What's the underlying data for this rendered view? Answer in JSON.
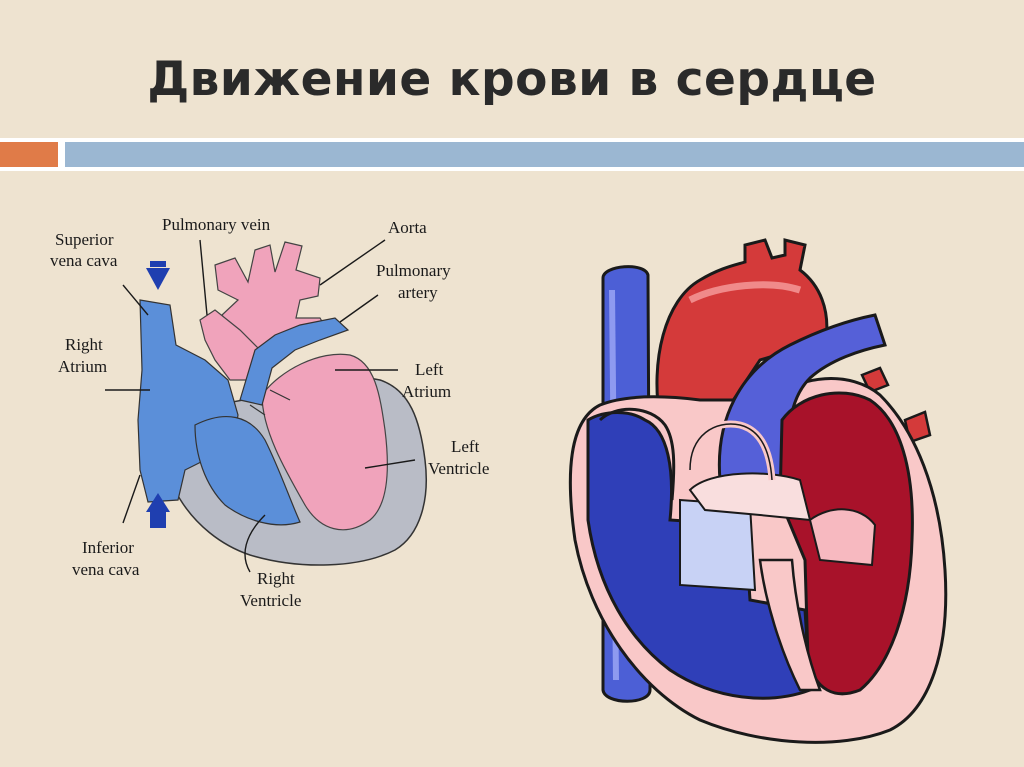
{
  "slide": {
    "title": "Движение крови в сердце"
  },
  "diagram_left": {
    "labels": {
      "superior_1": "Superior",
      "superior_2": "vena cava",
      "pulmonary_vein": "Pulmonary vein",
      "aorta": "Aorta",
      "pulmonary_artery_1": "Pulmonary",
      "pulmonary_artery_2": "artery",
      "right_atrium_1": "Right",
      "right_atrium_2": "Atrium",
      "left_atrium_1": "Left",
      "left_atrium_2": "Atrium",
      "left_ventricle_1": "Left",
      "left_ventricle_2": "Ventricle",
      "inferior_1": "Inferior",
      "inferior_2": "vena cava",
      "right_ventricle_1": "Right",
      "right_ventricle_2": "Ventricle"
    }
  },
  "colors": {
    "background": "#eee3d0",
    "accent_orange": "#e07b48",
    "accent_blue": "#9bb7d2",
    "oxygen_poor": "#5b8fd9",
    "oxygen_rich": "#f0a3bb",
    "deep_blue": "#1f3fb0",
    "deep_red": "#b0182a"
  }
}
